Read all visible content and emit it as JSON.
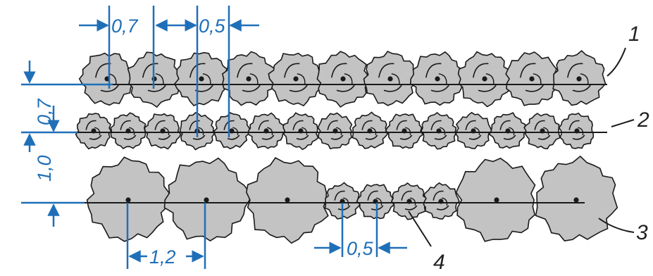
{
  "colors": {
    "dimension": "#1f6fb8",
    "line": "#1a1a1a",
    "body_fill": "#c3c3c3",
    "background": "#ffffff"
  },
  "dimensions": {
    "top_pitch_left": "0,7",
    "top_pitch_right": "0,5",
    "left_row_gap": "0,7",
    "left_lower_gap": "1,0",
    "bottom_pitch_large": "1,2",
    "bottom_pitch_small": "0,5"
  },
  "labels": {
    "row1": "1",
    "row2": "2",
    "row3": "3",
    "small_group": "4"
  },
  "rows": {
    "row1_count": 11,
    "row2_count": 15,
    "row3_large_count": 5,
    "row3_small_count": 4
  }
}
